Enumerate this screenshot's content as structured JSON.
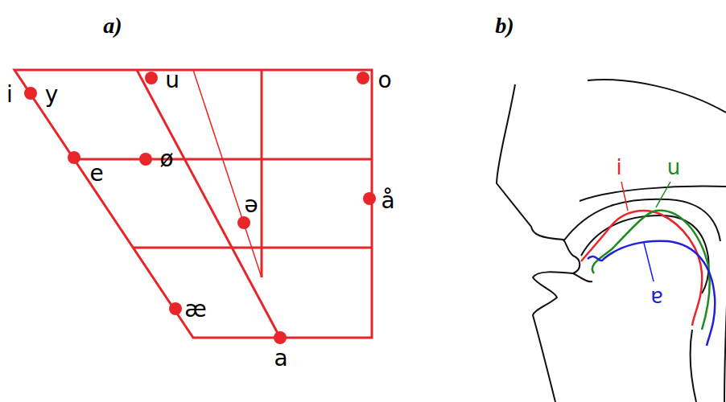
{
  "diagram": {
    "labels": [
      "a)",
      "b)",
      "i",
      "y",
      "u",
      "o",
      "e",
      "ø",
      "ə",
      "å",
      "æ",
      "a",
      "i",
      "u",
      "ɐ"
    ]
  }
}
